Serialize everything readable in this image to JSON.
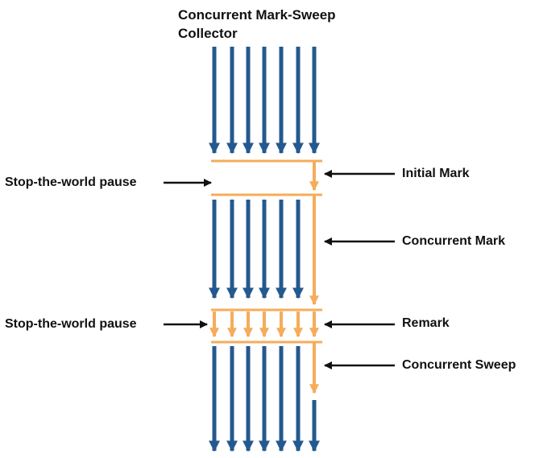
{
  "title": "Concurrent Mark-Sweep Collector",
  "labels": {
    "stw_pause_1": "Stop-the-world pause",
    "stw_pause_2": "Stop-the-world pause",
    "initial_mark": "Initial Mark",
    "concurrent_mark": "Concurrent Mark",
    "remark": "Remark",
    "concurrent_sweep": "Concurrent Sweep"
  },
  "colors": {
    "app_thread": "#24598f",
    "gc_thread": "#f6ac5b",
    "pointer_arrow": "#111111",
    "text": "#111111"
  },
  "application_threads": 7
}
